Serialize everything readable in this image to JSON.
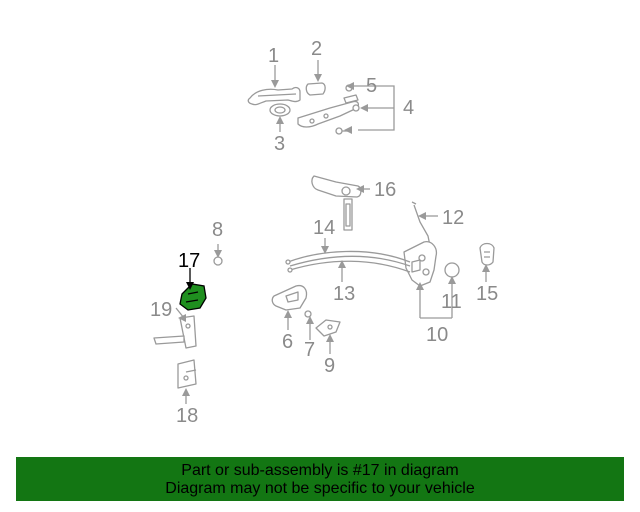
{
  "callouts": [
    "1",
    "2",
    "3",
    "4",
    "5",
    "6",
    "7",
    "8",
    "9",
    "10",
    "11",
    "12",
    "13",
    "14",
    "15",
    "16",
    "17",
    "18",
    "19"
  ],
  "highlighted_callout": "17",
  "banner": {
    "line1": "Part or sub-assembly is #17 in diagram",
    "line2": "Diagram may not be specific to your vehicle"
  },
  "colors": {
    "banner_background": "#137613",
    "highlight_part": "#1f8f1f",
    "line_art": "#9a9a9a"
  }
}
